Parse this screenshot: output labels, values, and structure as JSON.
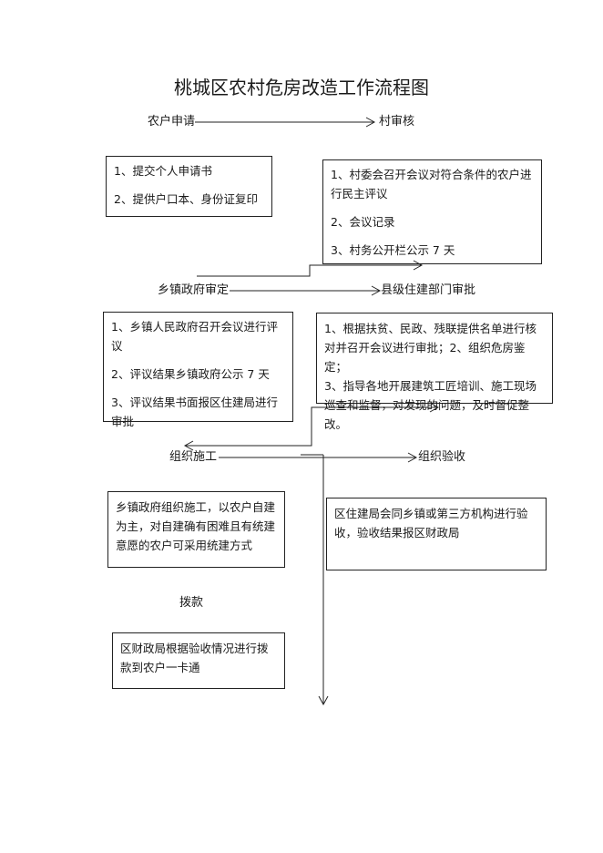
{
  "title": "桃城区农村危房改造工作流程图",
  "steps": {
    "apply": "农户申请",
    "village_review": "村审核",
    "town_approve": "乡镇政府审定",
    "county_approve": "县级住建部门审批",
    "construction": "组织施工",
    "acceptance": "组织验收",
    "payment": "拨款"
  },
  "boxes": {
    "apply_items": [
      "1、提交个人申请书",
      "2、提供户口本、身份证复印"
    ],
    "village_items": [
      "1、村委会召开会议对符合条件的农户进行民主评议",
      "2、会议记录",
      "3、村务公开栏公示 7 天"
    ],
    "town_items": [
      "1、乡镇人民政府召开会议进行评议",
      "2、评议结果乡镇政府公示 7 天",
      "3、评议结果书面报区住建局进行审批"
    ],
    "county_items": [
      "1、根据扶贫、民政、残联提供名单进行核对并召开会议进行审批；2、组织危房鉴定；",
      "3、指导各地开展建筑工匠培训、施工现场巡查和监督，对发现的问题，及时督促整改。"
    ],
    "construction_text": "乡镇政府组织施工，以农户自建为主，对自建确有困难且有统建意愿的农户可采用统建方式",
    "acceptance_text": "区住建局会同乡镇或第三方机构进行验收，验收结果报区财政局",
    "payment_text": "区财政局根据验收情况进行拨款到农户一卡通"
  }
}
